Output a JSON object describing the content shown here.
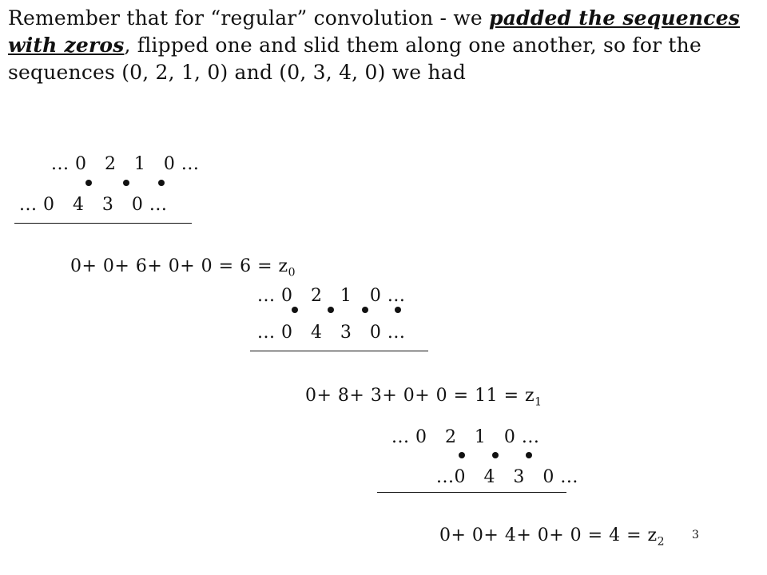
{
  "intro": {
    "part1": "Remember that for “regular” convolution - we ",
    "emphasis": "padded the sequences with zeros",
    "part2": ", flipped one and slid them along one another, so for the sequences (0, 2, 1, 0) and (0, 3, 4, 0) we had"
  },
  "steps": [
    {
      "top_sequence": "... 0   2   1   0 ...",
      "bottom_sequence": "... 0   4   3   0 ...",
      "sum_text": "0+ 0+ 6+ 0+ 0 = 6 = z",
      "subscript": "0"
    },
    {
      "top_sequence": "... 0   2   1   0 ...",
      "bottom_sequence": "... 0   4   3   0 ...",
      "sum_text": "0+ 8+ 3+ 0+ 0 = 11 = z",
      "subscript": "1"
    },
    {
      "top_sequence": "... 0   2   1   0 ...",
      "bottom_sequence": "...0   4   3   0 ...",
      "sum_text": "0+ 0+ 4+ 0+ 0 = 4 = z",
      "subscript": "2"
    }
  ],
  "page_number": "3"
}
